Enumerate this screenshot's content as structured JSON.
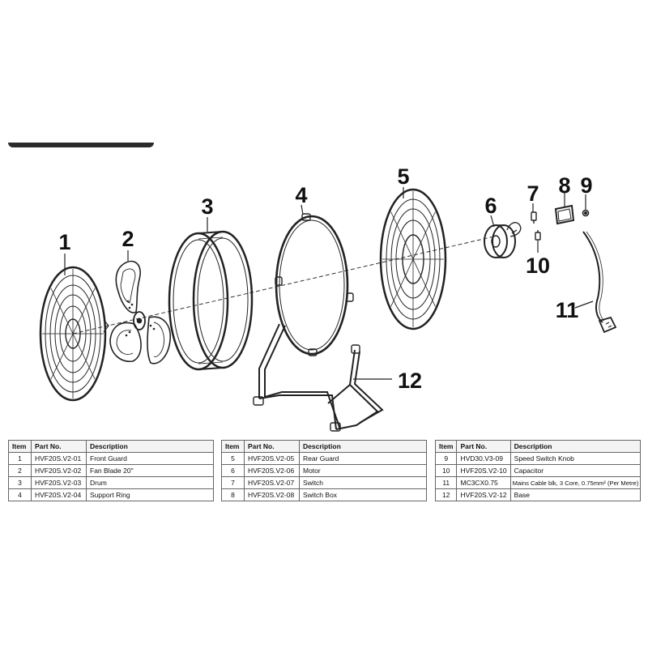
{
  "callouts": {
    "c1": "1",
    "c2": "2",
    "c3": "3",
    "c4": "4",
    "c5": "5",
    "c6": "6",
    "c7": "7",
    "c8": "8",
    "c9": "9",
    "c10": "10",
    "c11": "11",
    "c12": "12"
  },
  "tables": [
    {
      "headers": {
        "item": "Item",
        "part": "Part No.",
        "desc": "Description"
      },
      "rows": [
        {
          "item": "1",
          "part": "HVF20S.V2-01",
          "desc": "Front Guard"
        },
        {
          "item": "2",
          "part": "HVF20S.V2-02",
          "desc": "Fan Blade 20\""
        },
        {
          "item": "3",
          "part": "HVF20S.V2-03",
          "desc": "Drum"
        },
        {
          "item": "4",
          "part": "HVF20S.V2-04",
          "desc": "Support Ring"
        }
      ]
    },
    {
      "headers": {
        "item": "Item",
        "part": "Part No.",
        "desc": "Description"
      },
      "rows": [
        {
          "item": "5",
          "part": "HVF20S.V2-05",
          "desc": "Rear Guard"
        },
        {
          "item": "6",
          "part": "HVF20S.V2-06",
          "desc": "Motor"
        },
        {
          "item": "7",
          "part": "HVF20S.V2-07",
          "desc": "Switch"
        },
        {
          "item": "8",
          "part": "HVF20S.V2-08",
          "desc": "Switch Box"
        }
      ]
    },
    {
      "headers": {
        "item": "Item",
        "part": "Part No.",
        "desc": "Description"
      },
      "rows": [
        {
          "item": "9",
          "part": "HVD30.V3-09",
          "desc": "Speed Switch Knob"
        },
        {
          "item": "10",
          "part": "HVF20S.V2-10",
          "desc": "Capacitor"
        },
        {
          "item": "11",
          "part": "MC3CX0.75",
          "desc": "Mains Cable blk, 3 Core, 0.75mm² (Per Metre)"
        },
        {
          "item": "12",
          "part": "HVF20S.V2-12",
          "desc": "Base"
        }
      ]
    }
  ]
}
